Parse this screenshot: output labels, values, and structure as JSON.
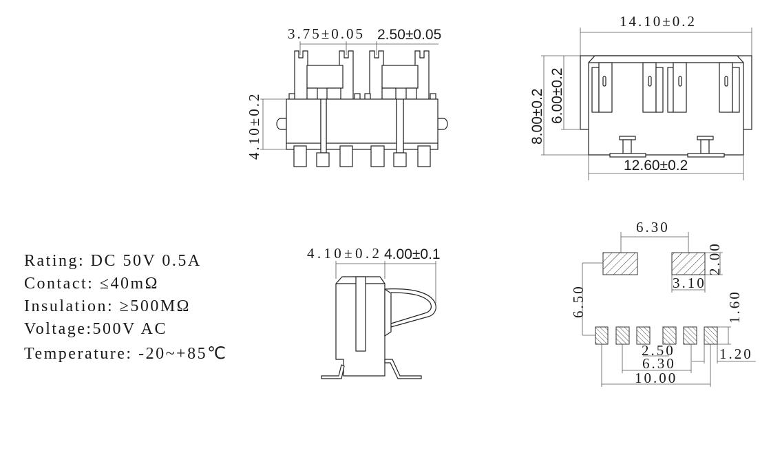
{
  "front_view": {
    "pitch_dim": "3.75±0.05",
    "pin_width_dim": "2.50±0.05",
    "height_dim": "4.10±0.2"
  },
  "top_view": {
    "overall_width_dim": "14.10±0.2",
    "body_width_dim": "12.60±0.2",
    "overall_depth_dim": "8.00±0.2",
    "body_depth_dim": "6.00±0.2"
  },
  "side_view": {
    "body_dim": "4.10±0.2",
    "spring_dim": "4.00±0.1"
  },
  "footprint": {
    "top_pad_spacing": "6.30",
    "top_pad_height": "2.00",
    "top_pad_width": "3.10",
    "vertical_spacing": "6.50",
    "pad_offset": "1.60",
    "inner_pitch": "2.50",
    "middle_span": "6.30",
    "outer_span": "10.00",
    "pad_width": "1.20"
  },
  "specs": [
    "Rating: DC 50V 0.5A",
    "Contact: ≤40mΩ",
    "Insulation: ≥500MΩ",
    "Voltage:500V AC",
    "Temperature: -20~+85℃"
  ]
}
